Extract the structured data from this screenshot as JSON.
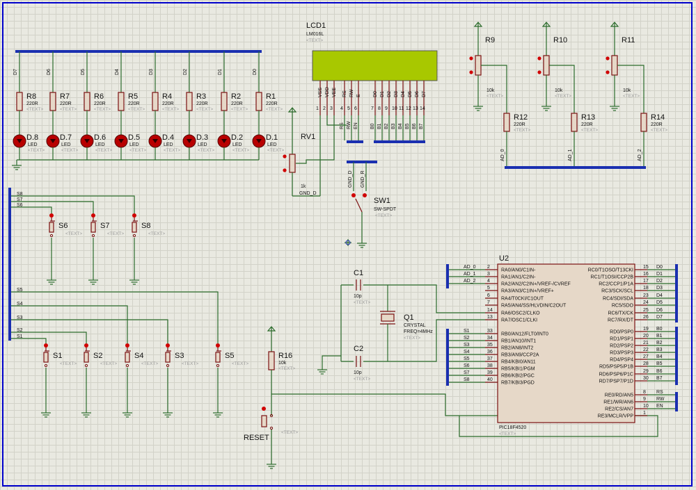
{
  "lcd": {
    "ref": "LCD1",
    "model": "LM016L",
    "text": "<TEXT>",
    "pins": [
      "VSS",
      "VDD",
      "VEE",
      "RS",
      "RW",
      "E",
      "D0",
      "D1",
      "D2",
      "D3",
      "D4",
      "D5",
      "D6",
      "D7"
    ],
    "pin_numbers": [
      "1",
      "2",
      "3",
      "4",
      "5",
      "6",
      "7",
      "8",
      "9",
      "10",
      "11",
      "12",
      "13",
      "14"
    ],
    "bus_labels": [
      "RS",
      "RW",
      "EN",
      "B0",
      "B1",
      "B2",
      "B3",
      "B4",
      "B5",
      "B6",
      "B7"
    ]
  },
  "led_resistors": [
    {
      "ref": "R8",
      "value": "220R",
      "net": "D7",
      "led": "D.8"
    },
    {
      "ref": "R7",
      "value": "220R",
      "net": "D6",
      "led": "D.7"
    },
    {
      "ref": "R6",
      "value": "220R",
      "net": "D5",
      "led": "D.6"
    },
    {
      "ref": "R5",
      "value": "220R",
      "net": "D4",
      "led": "D.5"
    },
    {
      "ref": "R4",
      "value": "220R",
      "net": "D3",
      "led": "D.4"
    },
    {
      "ref": "R3",
      "value": "220R",
      "net": "D2",
      "led": "D.3"
    },
    {
      "ref": "R2",
      "value": "220R",
      "net": "D1",
      "led": "D.2"
    },
    {
      "ref": "R1",
      "value": "220R",
      "net": "D0",
      "led": "D.1"
    }
  ],
  "led_value": "LED",
  "text_placeholder": "<TEXT>",
  "rv1": {
    "ref": "RV1",
    "value": "1k",
    "net": "GND_D"
  },
  "sw1": {
    "ref": "SW1",
    "model": "SW-SPDT",
    "nets": [
      "GND_D",
      "GND_R"
    ]
  },
  "pots": [
    {
      "ref": "R9",
      "value": "10k",
      "res_ref": "R12",
      "res_value": "220R",
      "net": "AD_0"
    },
    {
      "ref": "R10",
      "value": "10k",
      "res_ref": "R13",
      "res_value": "220R",
      "net": "AD_1"
    },
    {
      "ref": "R11",
      "value": "10k",
      "res_ref": "R14",
      "res_value": "220R",
      "net": "AD_2"
    }
  ],
  "buttons_top": [
    {
      "ref": "S6",
      "net": "S6"
    },
    {
      "ref": "S7",
      "net": "S7"
    },
    {
      "ref": "S8",
      "net": "S8"
    }
  ],
  "top_bus_nets": [
    "S8",
    "S7",
    "S6"
  ],
  "buttons_bottom": [
    {
      "ref": "S1",
      "net": "S1"
    },
    {
      "ref": "S2",
      "net": "S2"
    },
    {
      "ref": "S4",
      "net": "S4"
    },
    {
      "ref": "S3",
      "net": "S3"
    },
    {
      "ref": "S5",
      "net": "S5"
    }
  ],
  "bottom_bus_nets": [
    "S5",
    "S4",
    "S3",
    "S2",
    "S1"
  ],
  "crystal": {
    "c1": "C1",
    "c1_value": "10p",
    "c2": "C2",
    "c2_value": "10p",
    "q": "Q1",
    "q_model": "CRYSTAL",
    "q_freq": "FREQ=4MHz"
  },
  "reset": {
    "r_ref": "R16",
    "r_value": "10k",
    "sw_ref": "RESET"
  },
  "mcu": {
    "ref": "U2",
    "model": "PIC18F4520",
    "left_pins": [
      {
        "num": "2",
        "name": "RA0/AN0/C1IN-",
        "net": "AD_0"
      },
      {
        "num": "3",
        "name": "RA1/AN1/C2IN-",
        "net": "AD_1"
      },
      {
        "num": "4",
        "name": "RA2/AN2/C2IN+/VREF-/CVREF",
        "net": "AD_2"
      },
      {
        "num": "5",
        "name": "RA3/AN3/C1IN+/VREF+",
        "net": ""
      },
      {
        "num": "6",
        "name": "RA4/T0CKI/C1OUT",
        "net": ""
      },
      {
        "num": "7",
        "name": "RA5/AN4/SS/HLVDIN/C2OUT",
        "net": ""
      },
      {
        "num": "14",
        "name": "RA6/OSC2/CLKO",
        "net": ""
      },
      {
        "num": "13",
        "name": "RA7/OSC1/CLKI",
        "net": ""
      },
      {
        "num": "33",
        "name": "RB0/AN12/FLT0/INT0",
        "net": "S1"
      },
      {
        "num": "34",
        "name": "RB1/AN10/INT1",
        "net": "S2"
      },
      {
        "num": "35",
        "name": "RB2/AN8/INT2",
        "net": "S3"
      },
      {
        "num": "36",
        "name": "RB3/AN9/CCP2A",
        "net": "S4"
      },
      {
        "num": "37",
        "name": "RB4/KBI0/AN11",
        "net": "S5"
      },
      {
        "num": "38",
        "name": "RB5/KBI1/PGM",
        "net": "S6"
      },
      {
        "num": "39",
        "name": "RB6/KBI2/PGC",
        "net": "S7"
      },
      {
        "num": "40",
        "name": "RB7/KBI3/PGD",
        "net": "S8"
      }
    ],
    "right_pins": [
      {
        "num": "15",
        "name": "RC0/T1OSO/T13CKI",
        "net": "D0"
      },
      {
        "num": "16",
        "name": "RC1/T1OSI/CCP2B",
        "net": "D1"
      },
      {
        "num": "17",
        "name": "RC2/CCP1/P1A",
        "net": "D2"
      },
      {
        "num": "18",
        "name": "RC3/SCK/SCL",
        "net": "D3"
      },
      {
        "num": "23",
        "name": "RC4/SDI/SDA",
        "net": "D4"
      },
      {
        "num": "24",
        "name": "RC5/SDO",
        "net": "D5"
      },
      {
        "num": "25",
        "name": "RC6/TX/CK",
        "net": "D6"
      },
      {
        "num": "26",
        "name": "RC7/RX/DT",
        "net": "D7"
      },
      {
        "num": "19",
        "name": "RD0/PSP0",
        "net": "B0"
      },
      {
        "num": "20",
        "name": "RD1/PSP1",
        "net": "B1"
      },
      {
        "num": "21",
        "name": "RD2/PSP2",
        "net": "B2"
      },
      {
        "num": "22",
        "name": "RD3/PSP3",
        "net": "B3"
      },
      {
        "num": "27",
        "name": "RD4/PSP4",
        "net": "B4"
      },
      {
        "num": "28",
        "name": "RD5/PSP5/P1B",
        "net": "B5"
      },
      {
        "num": "29",
        "name": "RD6/PSP6/P1C",
        "net": "B6"
      },
      {
        "num": "30",
        "name": "RD7/PSP7/P1D",
        "net": "B7"
      },
      {
        "num": "8",
        "name": "RE0/RD/AN5",
        "net": "RS"
      },
      {
        "num": "9",
        "name": "RE1/WR/AN6",
        "net": "RW"
      },
      {
        "num": "10",
        "name": "RE2/CS/AN7",
        "net": "EN"
      },
      {
        "num": "1",
        "name": "RE3/MCLR/VPP",
        "net": ""
      }
    ]
  }
}
